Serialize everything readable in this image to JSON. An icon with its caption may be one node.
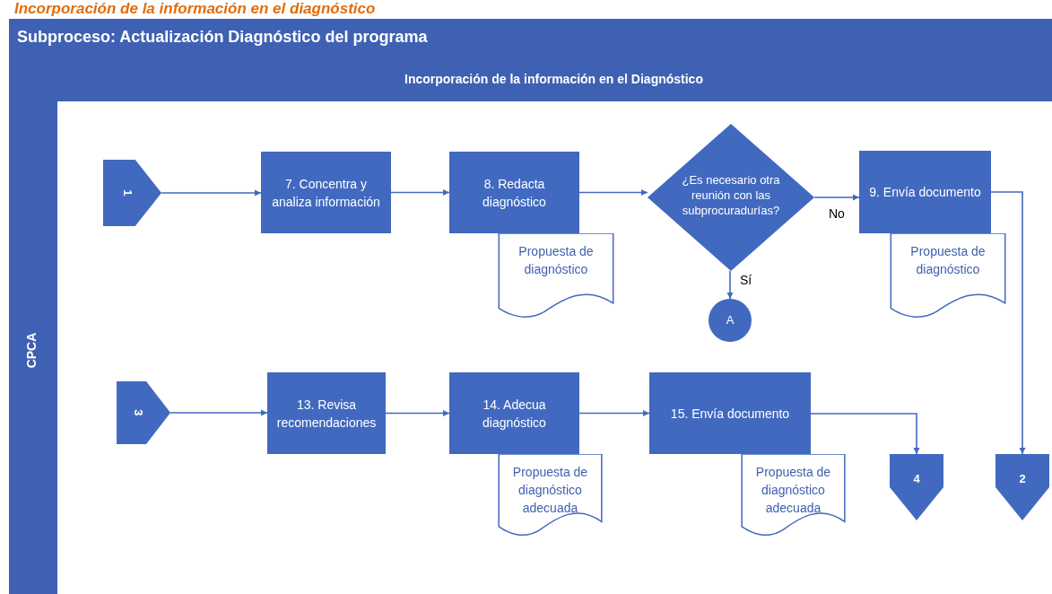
{
  "diagram": {
    "title": "Incorporación de la información en el diagnóstico",
    "nodes": [
      {
        "text": [
          "1"
        ]
      },
      {
        "text": [
          "7. Concentra y analiza información"
        ]
      },
      {
        "text": [
          "8. Redacta diagnóstico"
        ]
      },
      {
        "text": [
          "Propuesta de diagnóstico"
        ]
      },
      {
        "text": [
          "¿Es necesario otra reunión con las subprocuradurías?"
        ]
      },
      {
        "text": [
          "A"
        ]
      },
      {
        "text": [
          "9. Envía documento"
        ]
      },
      {
        "text": [
          "Propuesta de diagnóstico"
        ]
      },
      {
        "text": [
          "3"
        ]
      },
      {
        "text": [
          "13. Revisa recomendaciones"
        ]
      },
      {
        "text": [
          "14. Adecua diagnóstico"
        ]
      },
      {
        "text": [
          "Propuesta de diagnóstico adecuada"
        ]
      },
      {
        "text": [
          "15. Envía documento"
        ]
      },
      {
        "text": [
          "Propuesta de diagnóstico adecuada"
        ]
      },
      {
        "text": [
          "4"
        ]
      },
      {
        "text": [
          "2"
        ]
      }
    ],
    "edges": [
      {
        "from": 0,
        "to": 1,
        "arrow": "to"
      },
      {
        "from": 1,
        "to": 2,
        "arrow": "to"
      },
      {
        "from": 2,
        "to": 4,
        "arrow": "to"
      },
      {
        "from": 4,
        "to": 6,
        "arrow": "to",
        "label": "No"
      },
      {
        "from": 4,
        "to": 5,
        "arrow": "to",
        "label": "Sí"
      },
      {
        "from": 6,
        "to": 15,
        "arrow": "to"
      },
      {
        "from": 8,
        "to": 9,
        "arrow": "to"
      },
      {
        "from": 9,
        "to": 10,
        "arrow": "to"
      },
      {
        "from": 10,
        "to": 12,
        "arrow": "to"
      },
      {
        "from": 12,
        "to": 14,
        "arrow": "to"
      }
    ],
    "labels": [
      "Subproceso: Actualización Diagnóstico del programa",
      "Incorporación de la información en el Diagnóstico",
      "CPCA"
    ]
  }
}
